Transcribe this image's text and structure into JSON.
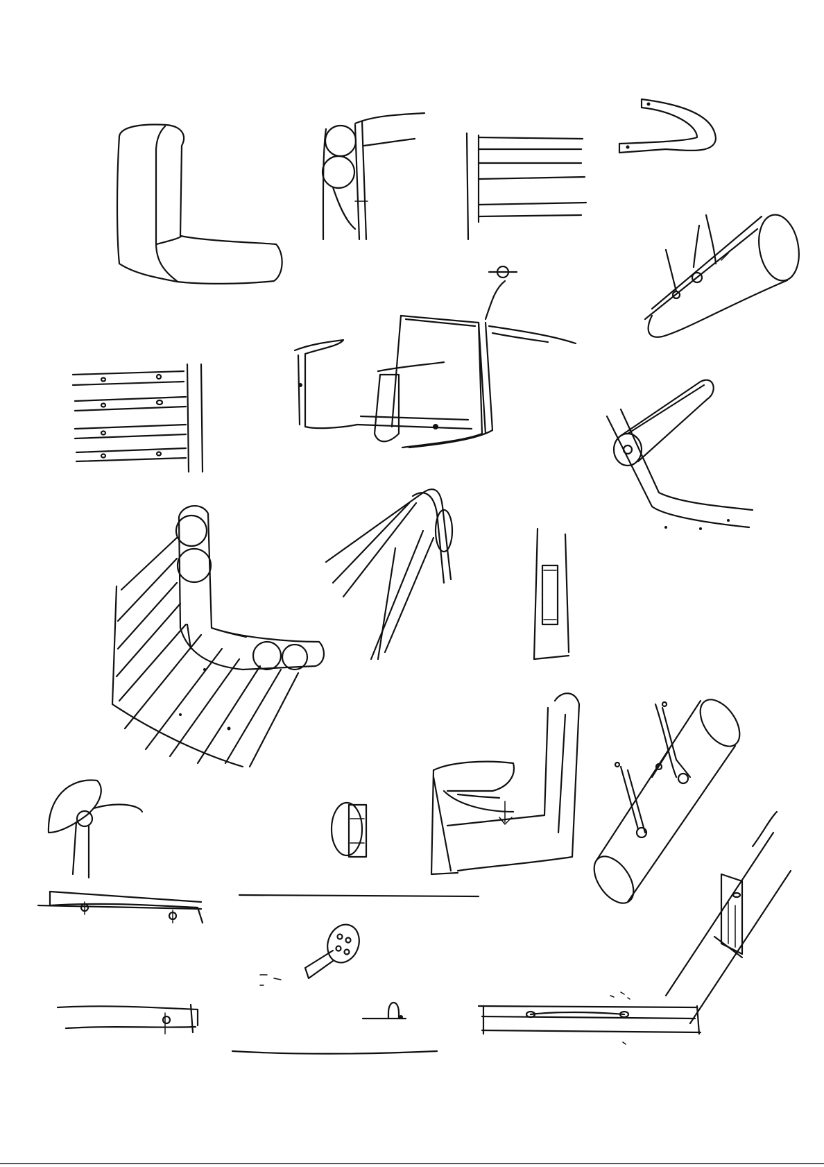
{
  "page": {
    "background": "#ffffff",
    "ink_color": "#111111"
  },
  "sketches": [
    {
      "name": "l-shaped-cushion-sketch"
    },
    {
      "name": "stacked-cushion-profile-sketch"
    },
    {
      "name": "slat-frame-detail-sketch"
    },
    {
      "name": "u-bent-tube-sketch"
    },
    {
      "name": "bolster-with-straps-sketch"
    },
    {
      "name": "armchair-frame-perspective-sketch"
    },
    {
      "name": "bolted-slats-sketch"
    },
    {
      "name": "tube-on-bent-strap-sketch"
    },
    {
      "name": "l-seat-with-slats-sketch"
    },
    {
      "name": "cushion-corner-perspective-sketch"
    },
    {
      "name": "strap-buckle-detail-sketch"
    },
    {
      "name": "half-round-cap-sketch"
    },
    {
      "name": "round-clip-detail-sketch"
    },
    {
      "name": "upholstered-armchair-sketch"
    },
    {
      "name": "strapped-tube-sketch"
    },
    {
      "name": "rail-with-knobs-sketch"
    },
    {
      "name": "disc-bracket-sketch"
    },
    {
      "name": "vertical-post-bracket-sketch"
    },
    {
      "name": "rail-with-pin-sketch"
    },
    {
      "name": "small-peg-sketch"
    },
    {
      "name": "long-bar-with-rod-sketch"
    }
  ]
}
